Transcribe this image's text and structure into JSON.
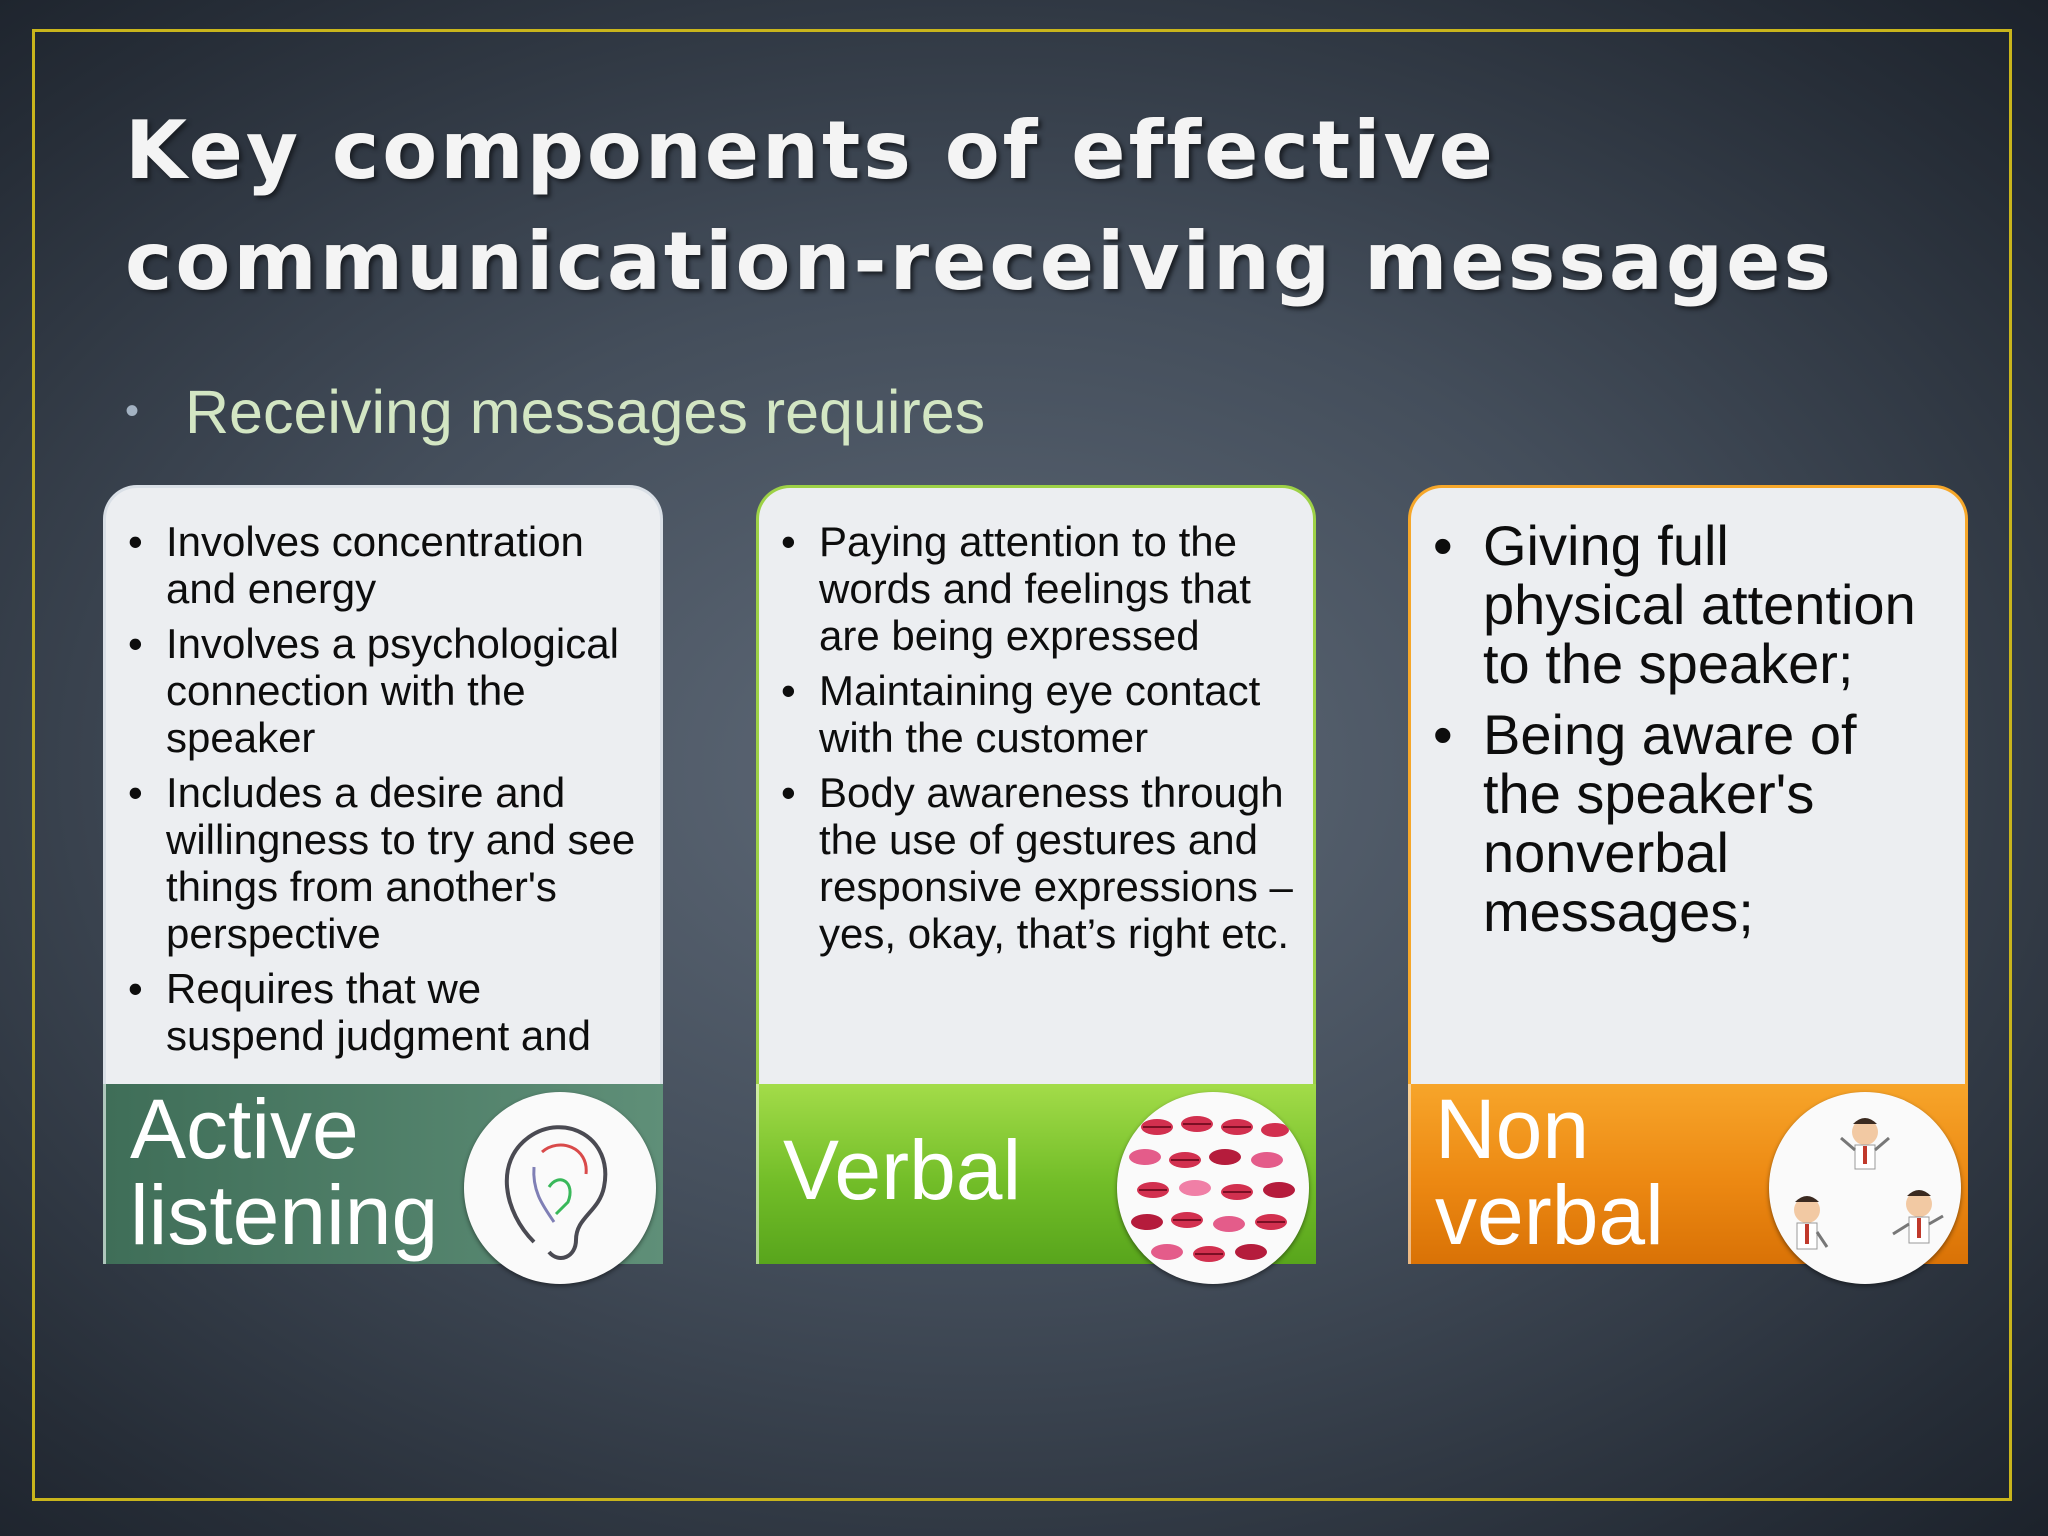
{
  "slide": {
    "title_lines": [
      "Key components of effective",
      "communication-receiving messages"
    ],
    "subtitle": "Receiving messages requires"
  },
  "cards": [
    {
      "label_lines": [
        "Active",
        "listening"
      ],
      "icon": "ear-icon",
      "color": "#4f7f68",
      "bullets": [
        "Involves concentration and energy",
        "Involves a psychological connection with the speaker",
        "Includes a desire and willingness to try and see things from another's perspective",
        "Requires that we suspend judgment and"
      ]
    },
    {
      "label_lines": [
        "Verbal"
      ],
      "icon": "lips-icon",
      "color": "#7cc42e",
      "bullets": [
        "Paying attention to the words and feelings that are being expressed",
        "Maintaining eye contact with the customer",
        "Body awareness through the use of gestures and responsive expressions – yes, okay, that’s right etc."
      ]
    },
    {
      "label_lines": [
        "Non",
        "verbal"
      ],
      "icon": "people-gestures-icon",
      "color": "#f09218",
      "bullets": [
        "Giving full physical attention to the speaker;",
        "Being aware of the speaker's nonverbal messages;"
      ]
    }
  ]
}
